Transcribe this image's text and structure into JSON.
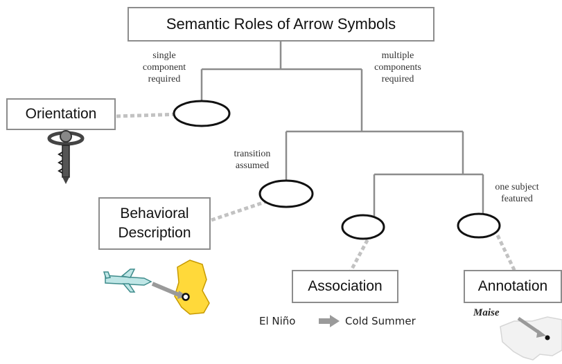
{
  "title": "Semantic Roles of Arrow Symbols",
  "branch_labels": {
    "single": [
      "single",
      "component",
      "required"
    ],
    "multiple": [
      "multiple",
      "components",
      "required"
    ],
    "transition": [
      "transition",
      "assumed"
    ],
    "one_subject": [
      "one subject",
      "featured"
    ]
  },
  "roles": {
    "orientation": "Orientation",
    "behavioral": [
      "Behavioral",
      "Description"
    ],
    "association": "Association",
    "annotation": "Annotation"
  },
  "examples": {
    "association_from": "El Niño",
    "association_to": "Cold Summer",
    "annotation_label": "Maise"
  },
  "icons": {
    "orientation": "compass-key-icon",
    "behavioral": "airplane-over-germany-map-icon",
    "association": "arrow-right-icon",
    "annotation": "north-america-map-icon"
  },
  "colors": {
    "line": "#8c8c8c",
    "dashed_connector": "#c2c2c2",
    "node_outline": "#111111",
    "germany_fill": "#ffd93a",
    "plane": "#5aa6a6"
  }
}
